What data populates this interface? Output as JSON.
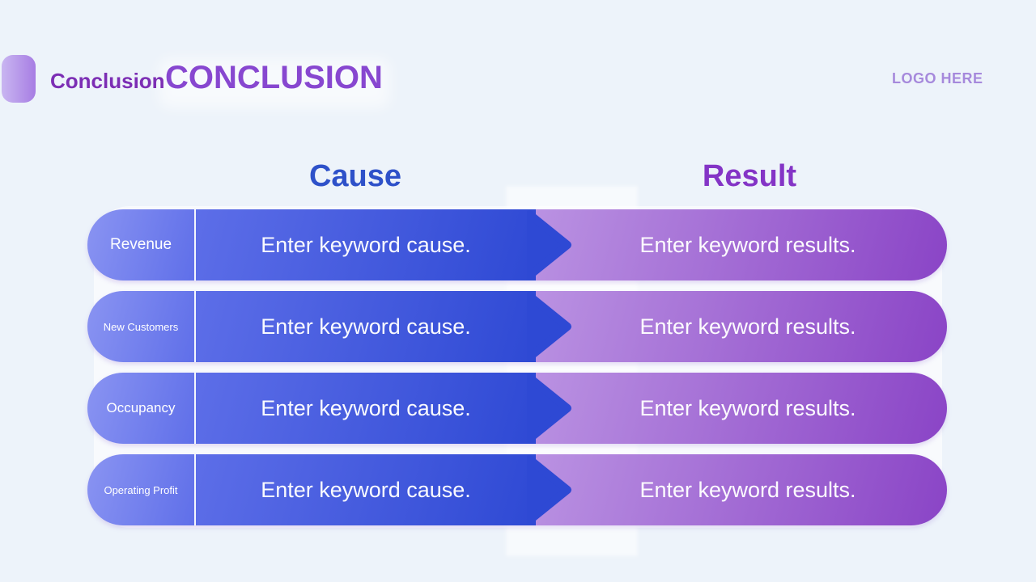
{
  "slide": {
    "title_small": "Conclusion",
    "title_large": "CONCLUSION",
    "logo_text": "LOGO HERE"
  },
  "table": {
    "column_headers": {
      "cause": "Cause",
      "result": "Result"
    },
    "rows": [
      {
        "label": "Revenue",
        "cause": "Enter keyword cause.",
        "result": "Enter keyword results."
      },
      {
        "label": "New Customers",
        "cause": "Enter keyword cause.",
        "result": "Enter keyword results."
      },
      {
        "label": "Occupancy",
        "cause": "Enter keyword cause.",
        "result": "Enter keyword results."
      },
      {
        "label": "Operating Profit",
        "cause": "Enter keyword cause.",
        "result": "Enter keyword results."
      }
    ]
  },
  "colors": {
    "background": "#edf3fa",
    "title_small": "#7c2eb4",
    "title_large": "#8747d0",
    "logo": "#a689dc",
    "cause_header": "#2e51c9",
    "result_header": "#8434c6",
    "label_pill_start": "#8a94f2",
    "label_pill_end": "#5f6fe9",
    "cause_bar_start": "#5d6ee8",
    "cause_bar_end": "#2e49d4",
    "arrow_blue": "#2e49d4",
    "result_pill_start": "#bd97e4",
    "result_pill_end": "#8a44c6"
  }
}
